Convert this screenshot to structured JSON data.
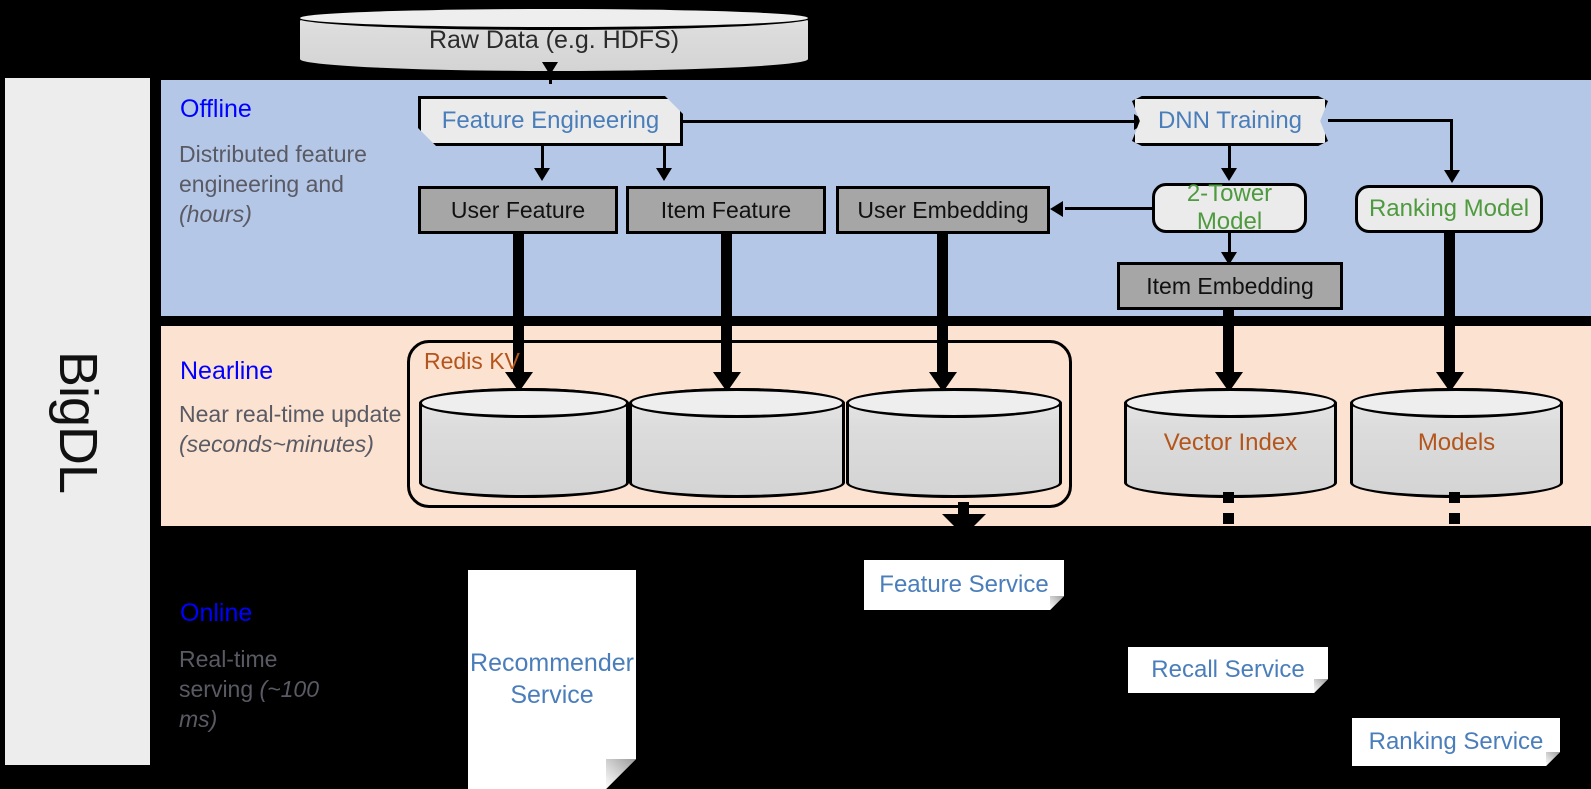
{
  "brand": {
    "name": "BigDL"
  },
  "bands": [
    {
      "id": "offline",
      "title": "Offline",
      "description": "Distributed feature engineering and ",
      "description_em": "(hours)",
      "color": "#b4c7e7"
    },
    {
      "id": "nearline",
      "title": "Nearline",
      "description": "Near real-time update ",
      "description_em": "(seconds~minutes)",
      "color": "#fbe2d1"
    },
    {
      "id": "online",
      "title": "Online",
      "description": "Real-time serving ",
      "description_em": "(~100 ms)",
      "color": "#000000"
    }
  ],
  "nodes": {
    "raw_data": "Raw Data (e.g. HDFS)",
    "feature_engineering": "Feature Engineering",
    "dnn_training": "DNN Training",
    "user_feature": "User Feature",
    "item_feature": "Item Feature",
    "user_embedding": "User Embedding",
    "item_embedding": "Item Embedding",
    "two_tower_model": "2-Tower Model",
    "ranking_model": "Ranking Model",
    "redis_kv": "Redis KV",
    "vector_index": "Vector Index",
    "models": "Models",
    "recommender_service": "Recommender Service",
    "feature_service": "Feature Service",
    "recall_service": "Recall Service",
    "ranking_service": "Ranking Service"
  },
  "colors": {
    "offline_band": "#b4c7e7",
    "nearline_band": "#fbe2d1",
    "online_band": "#000000",
    "band_title": "#0000ff",
    "band_desc": "#5a5a64",
    "process_text": "#4a7ebb",
    "model_text": "#4e9a3e",
    "store_text": "#b4551b",
    "grey_fill": "#a6a6a6",
    "light_fill": "#ebebeb",
    "sidebar_fill": "#ededed"
  }
}
